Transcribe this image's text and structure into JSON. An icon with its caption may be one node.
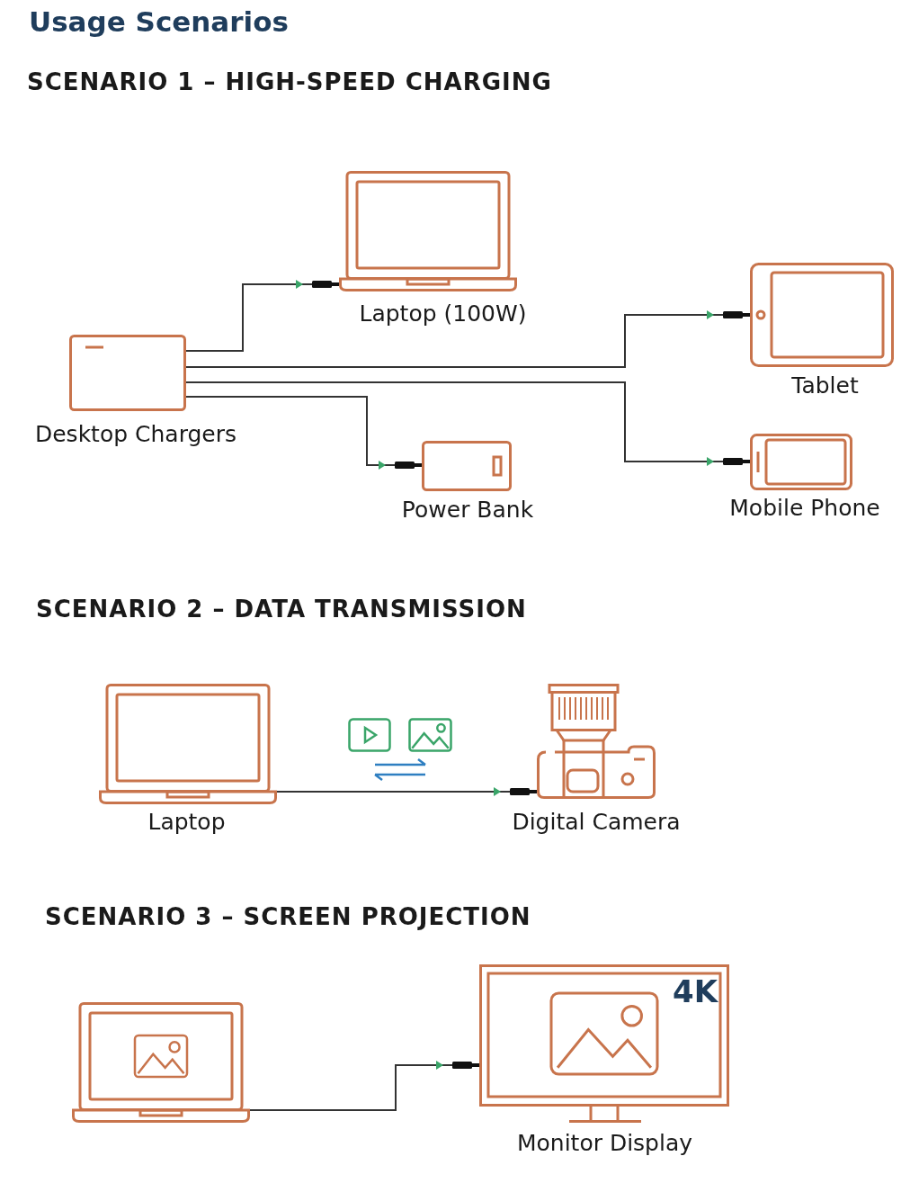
{
  "diagram": {
    "title": "Usage Scenarios",
    "nodes": [
      {
        "text": [
          "Laptop (100W)"
        ]
      },
      {
        "text": [
          "Tablet"
        ]
      },
      {
        "text": [
          "Desktop Chargers"
        ]
      },
      {
        "text": [
          "Power Bank"
        ]
      },
      {
        "text": [
          "Mobile Phone"
        ]
      },
      {
        "text": [
          "Laptop"
        ]
      },
      {
        "text": [
          "Digital Camera"
        ]
      },
      {
        "text": [],
        "shape": "picture"
      },
      {
        "text": [
          "4K",
          "Monitor Display"
        ]
      }
    ],
    "edges": [
      {
        "from": 2,
        "to": 0,
        "arrow": "to"
      },
      {
        "from": 2,
        "to": 1,
        "arrow": "to"
      },
      {
        "from": 2,
        "to": 4,
        "arrow": "to"
      },
      {
        "from": 2,
        "to": 3,
        "arrow": "to"
      },
      {
        "from": 5,
        "to": 6,
        "arrow": "to"
      },
      {
        "from": 7,
        "to": 8,
        "arrow": "to"
      }
    ],
    "labels": [
      "SCENARIO 1 – HIGH-SPEED CHARGING",
      "SCENARIO 2 – DATA TRANSMISSION",
      "SCENARIO 3 – SCREEN PROJECTION"
    ]
  }
}
